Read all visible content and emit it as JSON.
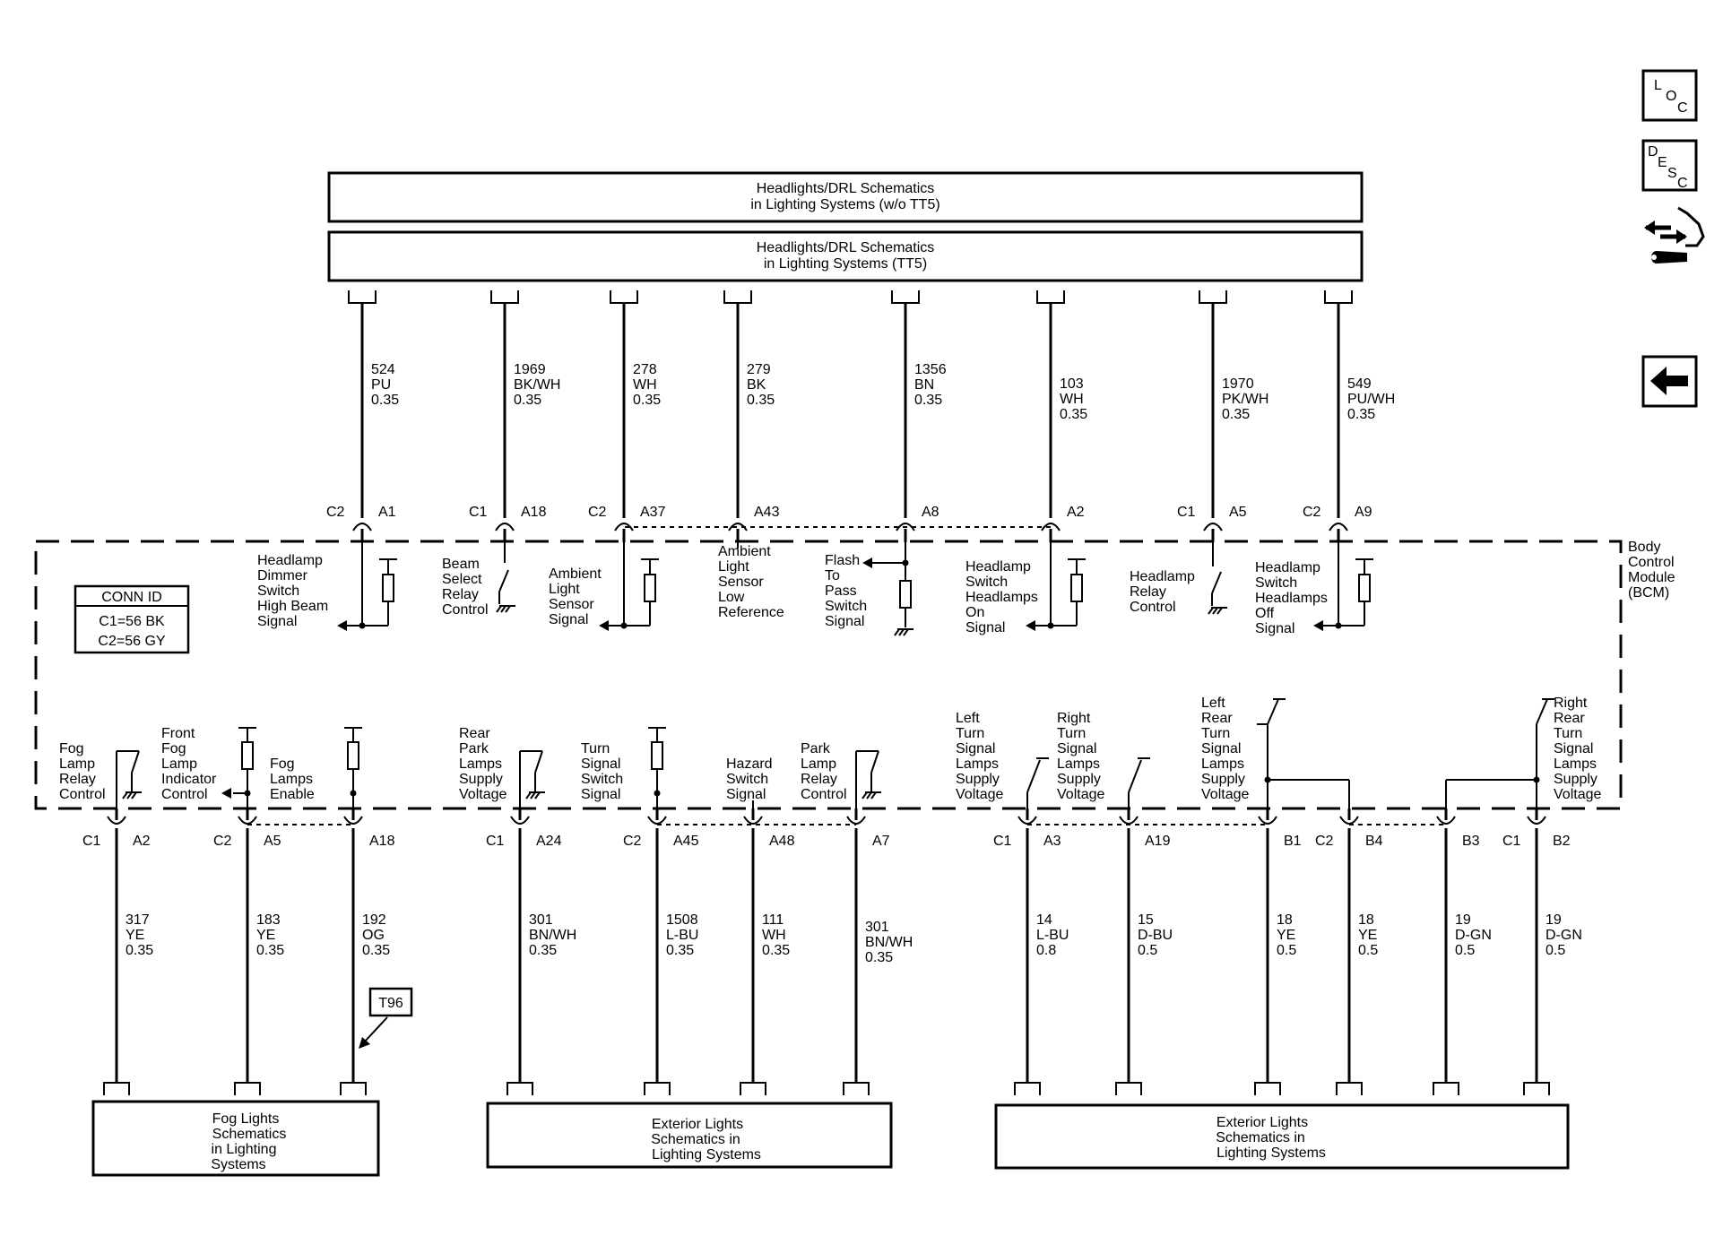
{
  "top_boxes": [
    {
      "line1": "Headlights/DRL Schematics",
      "line2": "in Lighting Systems (w/o TT5)"
    },
    {
      "line1": "Headlights/DRL Schematics",
      "line2": "in Lighting Systems (TT5)"
    }
  ],
  "module_label": [
    "Body",
    "Control",
    "Module",
    "(BCM)"
  ],
  "conn_id": {
    "title": "CONN ID",
    "c1": "C1=56 BK",
    "c2": "C2=56 GY"
  },
  "top_wires": [
    {
      "conn": "C2",
      "pin": "A1",
      "circuit": "524",
      "color": "PU",
      "gauge": "0.35",
      "desc": [
        "Headlamp",
        "Dimmer",
        "Switch",
        "High Beam",
        "Signal"
      ]
    },
    {
      "conn": "C1",
      "pin": "A18",
      "circuit": "1969",
      "color": "BK/WH",
      "gauge": "0.35",
      "desc": [
        "Beam",
        "Select",
        "Relay",
        "Control"
      ]
    },
    {
      "conn": "C2",
      "pin": "A37",
      "circuit": "278",
      "color": "WH",
      "gauge": "0.35",
      "desc": [
        "Ambient",
        "Light",
        "Sensor",
        "Signal"
      ]
    },
    {
      "conn": "",
      "pin": "A43",
      "circuit": "279",
      "color": "BK",
      "gauge": "0.35",
      "desc": [
        "Ambient",
        "Light",
        "Sensor",
        "Low",
        "Reference"
      ]
    },
    {
      "conn": "",
      "pin": "A8",
      "circuit": "1356",
      "color": "BN",
      "gauge": "0.35",
      "desc": [
        "Flash",
        "To",
        "Pass",
        "Switch",
        "Signal"
      ]
    },
    {
      "conn": "",
      "pin": "A2",
      "circuit": "103",
      "color": "WH",
      "gauge": "0.35",
      "desc": [
        "Headlamp",
        "Switch",
        "Headlamps",
        "On",
        "Signal"
      ]
    },
    {
      "conn": "C1",
      "pin": "A5",
      "circuit": "1970",
      "color": "PK/WH",
      "gauge": "0.35",
      "desc": [
        "Headlamp",
        "Relay",
        "Control"
      ]
    },
    {
      "conn": "C2",
      "pin": "A9",
      "circuit": "549",
      "color": "PU/WH",
      "gauge": "0.35",
      "desc": [
        "Headlamp",
        "Switch",
        "Headlamps",
        "Off",
        "Signal"
      ]
    }
  ],
  "bottom_wires": [
    {
      "conn": "C1",
      "pin": "A2",
      "circuit": "317",
      "color": "YE",
      "gauge": "0.35",
      "desc": [
        "Fog",
        "Lamp",
        "Relay",
        "Control"
      ]
    },
    {
      "conn": "C2",
      "pin": "A5",
      "circuit": "183",
      "color": "YE",
      "gauge": "0.35",
      "desc": [
        "Front",
        "Fog",
        "Lamp",
        "Indicator",
        "Control"
      ]
    },
    {
      "conn": "",
      "pin": "A18",
      "circuit": "192",
      "color": "OG",
      "gauge": "0.35",
      "desc": [
        "Fog",
        "Lamps",
        "Enable"
      ]
    },
    {
      "conn": "C1",
      "pin": "A24",
      "circuit": "301",
      "color": "BN/WH",
      "gauge": "0.35",
      "desc": [
        "Rear",
        "Park",
        "Lamps",
        "Supply",
        "Voltage"
      ]
    },
    {
      "conn": "C2",
      "pin": "A45",
      "circuit": "1508",
      "color": "L-BU",
      "gauge": "0.35",
      "desc": [
        "Turn",
        "Signal",
        "Switch",
        "Signal"
      ]
    },
    {
      "conn": "",
      "pin": "A48",
      "circuit": "111",
      "color": "WH",
      "gauge": "0.35",
      "desc": [
        "Hazard",
        "Switch",
        "Signal"
      ]
    },
    {
      "conn": "",
      "pin": "A7",
      "circuit": "301",
      "color": "BN/WH",
      "gauge": "0.35",
      "desc": [
        "Park",
        "Lamp",
        "Relay",
        "Control"
      ]
    },
    {
      "conn": "C1",
      "pin": "A3",
      "circuit": "14",
      "color": "L-BU",
      "gauge": "0.8",
      "desc": [
        "Left",
        "Turn",
        "Signal",
        "Lamps",
        "Supply",
        "Voltage"
      ]
    },
    {
      "conn": "",
      "pin": "A19",
      "circuit": "15",
      "color": "D-BU",
      "gauge": "0.5",
      "desc": [
        "Right",
        "Turn",
        "Signal",
        "Lamps",
        "Supply",
        "Voltage"
      ]
    },
    {
      "conn": "",
      "pin": "B1",
      "circuit": "18",
      "color": "YE",
      "gauge": "0.5",
      "desc": [
        "Left",
        "Rear",
        "Turn",
        "Signal",
        "Lamps",
        "Supply",
        "Voltage"
      ]
    },
    {
      "conn": "C2",
      "pin": "B4",
      "circuit": "18",
      "color": "YE",
      "gauge": "0.5",
      "desc": []
    },
    {
      "conn": "",
      "pin": "B3",
      "circuit": "19",
      "color": "D-GN",
      "gauge": "0.5",
      "desc": []
    },
    {
      "conn": "C1",
      "pin": "B2",
      "circuit": "19",
      "color": "D-GN",
      "gauge": "0.5",
      "desc": [
        "Right",
        "Rear",
        "Turn",
        "Signal",
        "Lamps",
        "Supply",
        "Voltage"
      ]
    }
  ],
  "t96": "T96",
  "bottom_boxes": [
    [
      "Fog Lights",
      "Schematics",
      "in Lighting",
      "Systems"
    ],
    [
      "Exterior Lights",
      "Schematics in",
      "Lighting Systems"
    ],
    [
      "Exterior Lights",
      "Schematics in",
      "Lighting Systems"
    ]
  ],
  "side_buttons": {
    "loc": [
      "L",
      "O",
      "C"
    ],
    "desc": [
      "D",
      "E",
      "S",
      "C"
    ]
  },
  "icons": [
    "loc-icon",
    "desc-icon",
    "connector-repair-icon",
    "back-arrow-icon"
  ]
}
